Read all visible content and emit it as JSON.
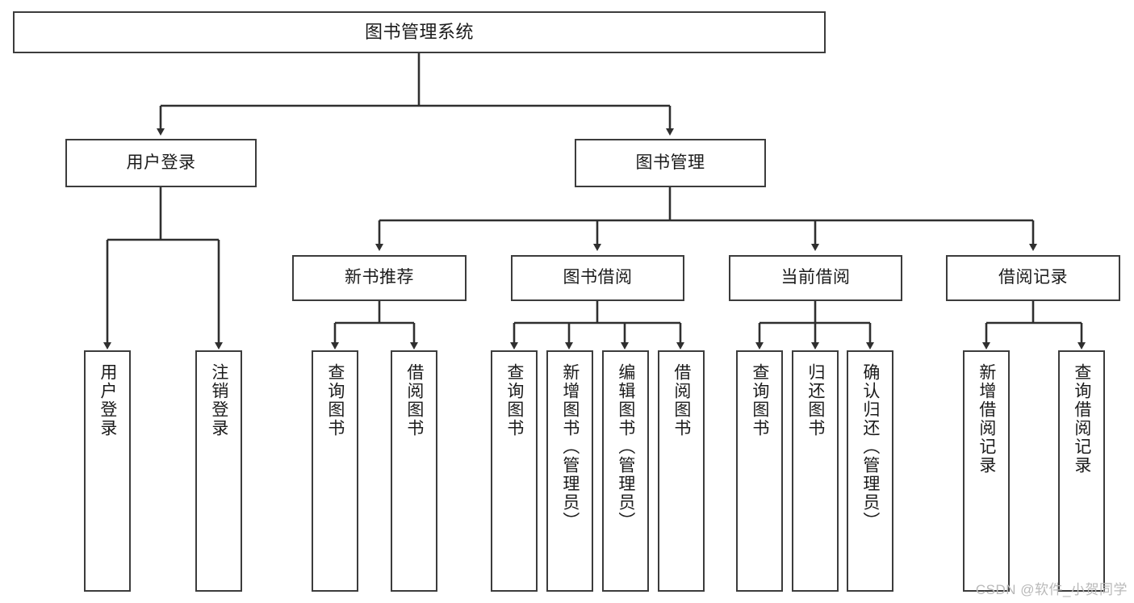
{
  "diagram": {
    "title": "图书管理系统",
    "watermark": "CSDN @软件_小贺同学",
    "nodes": {
      "root": {
        "label": "图书管理系统"
      },
      "user_login": {
        "label": "用户登录"
      },
      "book_manage": {
        "label": "图书管理"
      },
      "new_book_rec": {
        "label": "新书推荐"
      },
      "book_borrow": {
        "label": "图书借阅"
      },
      "current_borrow": {
        "label": "当前借阅"
      },
      "borrow_record": {
        "label": "借阅记录"
      },
      "leaf_user_login": {
        "label": "用户登录"
      },
      "leaf_logout": {
        "label": "注销登录"
      },
      "leaf_query_book_1": {
        "label": "查询图书"
      },
      "leaf_borrow_book_1": {
        "label": "借阅图书"
      },
      "leaf_query_book_2": {
        "label": "查询图书"
      },
      "leaf_add_book": {
        "label": "新增图书（管理员）"
      },
      "leaf_edit_book": {
        "label": "编辑图书（管理员）"
      },
      "leaf_borrow_book_2": {
        "label": "借阅图书"
      },
      "leaf_query_book_3": {
        "label": "查询图书"
      },
      "leaf_return_book": {
        "label": "归还图书"
      },
      "leaf_confirm_return": {
        "label": "确认归还（管理员）"
      },
      "leaf_add_record": {
        "label": "新增借阅记录"
      },
      "leaf_query_record": {
        "label": "查询借阅记录"
      }
    },
    "colors": {
      "border": "#3c3c3c",
      "background": "#ffffff",
      "text": "#1b1b1b",
      "watermark": "#b9b9b9"
    }
  }
}
